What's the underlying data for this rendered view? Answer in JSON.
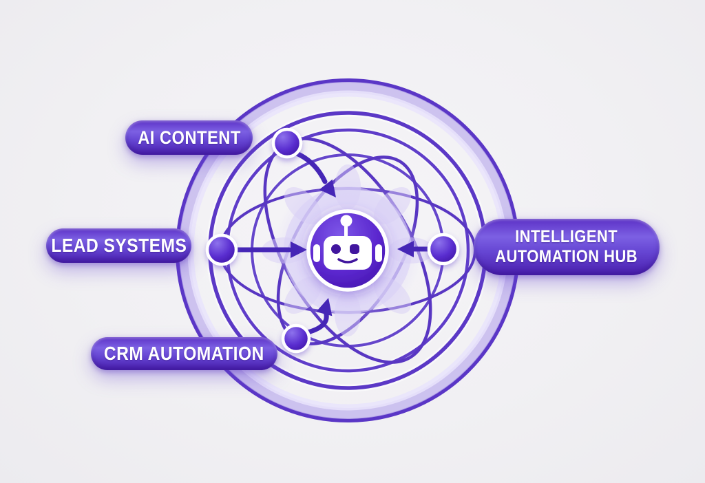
{
  "diagram": {
    "kind": "hub-and-spoke-orbital",
    "hub": {
      "icon": "robot",
      "label_line1": "INTELLIGENT",
      "label_line2": "AUTOMATION HUB"
    },
    "sources": [
      {
        "id": "ai-content",
        "label": "AI CONTENT",
        "position": "top-left"
      },
      {
        "id": "lead-systems",
        "label": "LEAD SYSTEMS",
        "position": "left"
      },
      {
        "id": "crm-automation",
        "label": "CRM AUTOMATION",
        "position": "bottom-left"
      }
    ],
    "orbit_nodes": [
      {
        "position": "top"
      },
      {
        "position": "left"
      },
      {
        "position": "right"
      },
      {
        "position": "bottom"
      }
    ],
    "colors": {
      "background": "#f1f0f3",
      "accent_purple": "#5b2fc8",
      "ring_purple": "#5a36c4",
      "glow_lavender": "#d7cdf6",
      "pill_gradient_top": "#7c60e3",
      "pill_gradient_bottom": "#4a1fae",
      "text": "#ffffff"
    }
  }
}
